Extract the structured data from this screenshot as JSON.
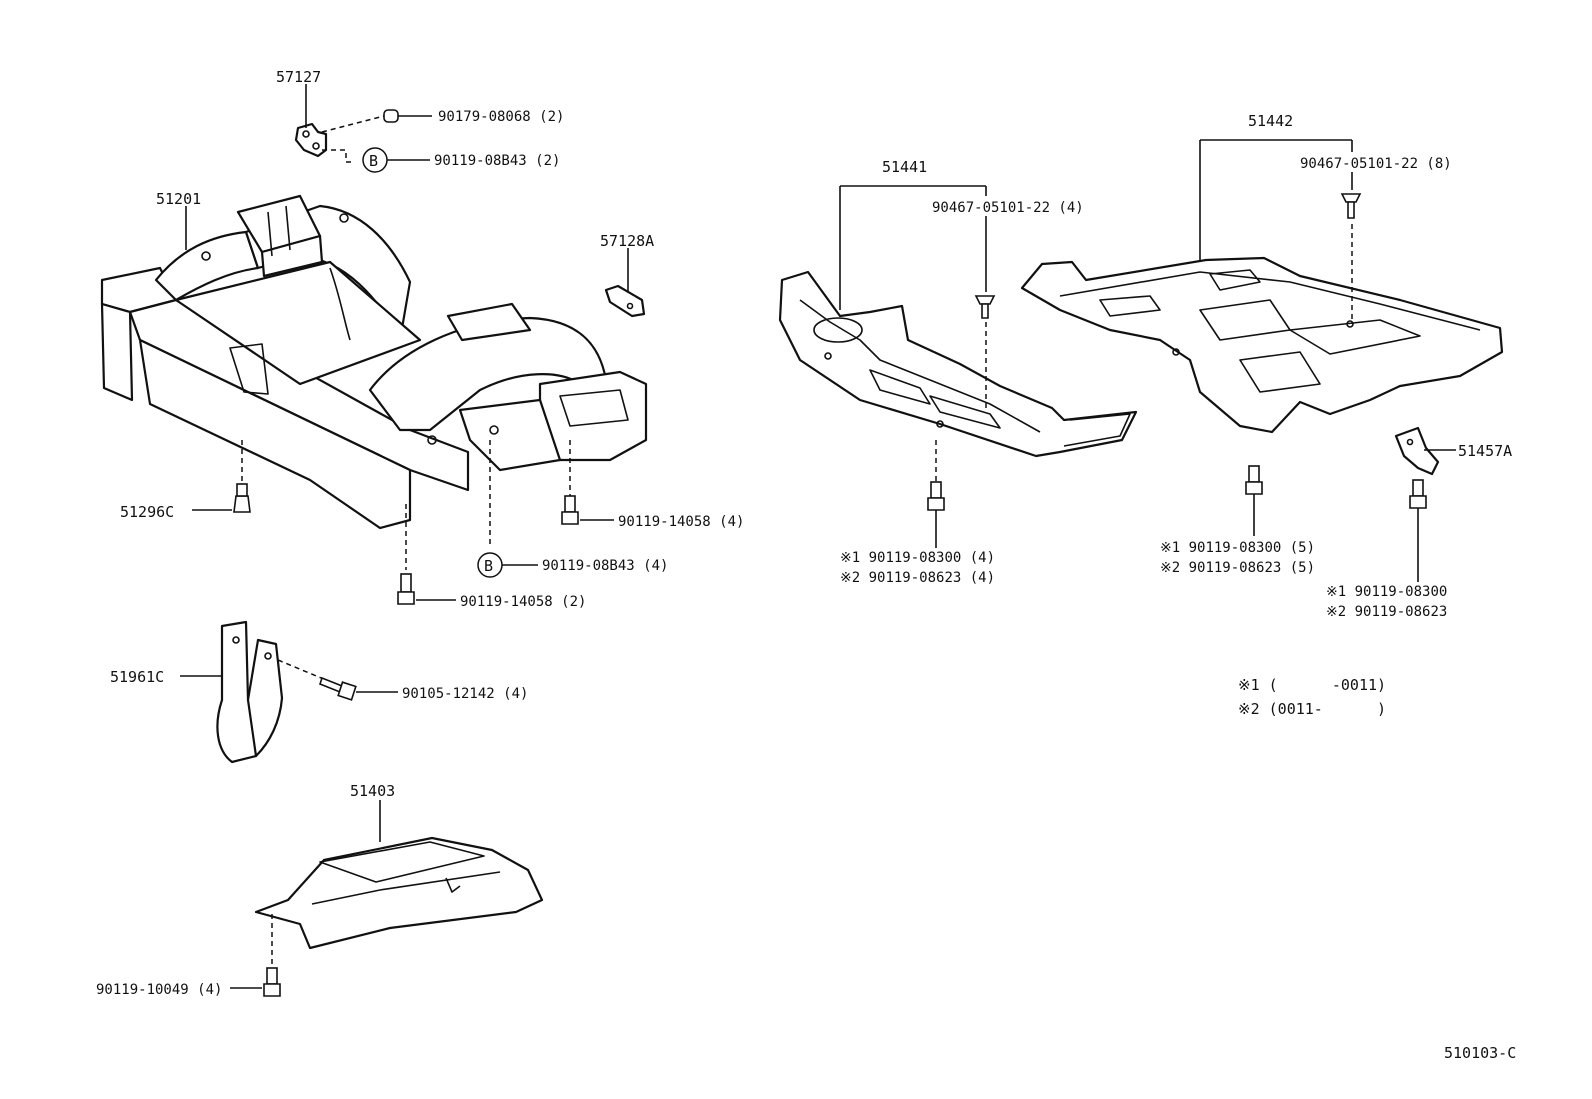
{
  "figure_code": "510103-C",
  "circle_label": "B",
  "callouts": {
    "p57127": "57127",
    "f90179_08068": "90179-08068 (2)",
    "f90119_08B43_2": "90119-08B43 (2)",
    "p51201": "51201",
    "p57128A": "57128A",
    "p51296C": "51296C",
    "f90119_14058_4": "90119-14058 (4)",
    "f90119_08B43_4": "90119-08B43 (4)",
    "f90119_14058_2": "90119-14058 (2)",
    "p51961C": "51961C",
    "f90105_12142": "90105-12142 (4)",
    "p51403": "51403",
    "f90119_10049": "90119-10049 (4)",
    "p51441": "51441",
    "f90467_05101_22_4": "90467-05101-22 (4)",
    "a1_08300_4": "※1 90119-08300 (4)",
    "a2_08623_4": "※2 90119-08623 (4)",
    "p51442": "51442",
    "f90467_05101_22_8": "90467-05101-22 (8)",
    "p51457A": "51457A",
    "b1_08300_5": "※1 90119-08300 (5)",
    "b2_08623_5": "※2 90119-08623 (5)",
    "c1_08300": "※1 90119-08300",
    "c2_08623": "※2 90119-08623"
  },
  "legend": {
    "note1": "※1 (      -0011)",
    "note2": "※2 (0011-      )"
  }
}
